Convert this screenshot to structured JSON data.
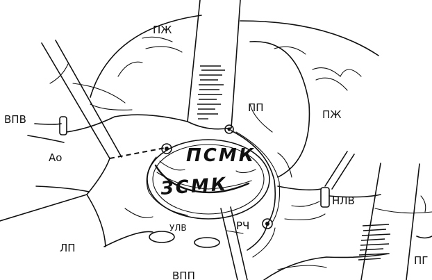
{
  "labels": {
    "pzh_top": "ПЖ",
    "pzh_right": "ПЖ",
    "pp": "ПП",
    "vpv": "ВПВ",
    "ao": "Ао",
    "psmk": "ПСМК",
    "zsmk": "ЗСМК",
    "nlv": "НЛВ",
    "lp": "ЛП",
    "ulv": "УЛВ",
    "rch": "РЧ",
    "vpp": "ВПП",
    "pg": "ПГ"
  }
}
